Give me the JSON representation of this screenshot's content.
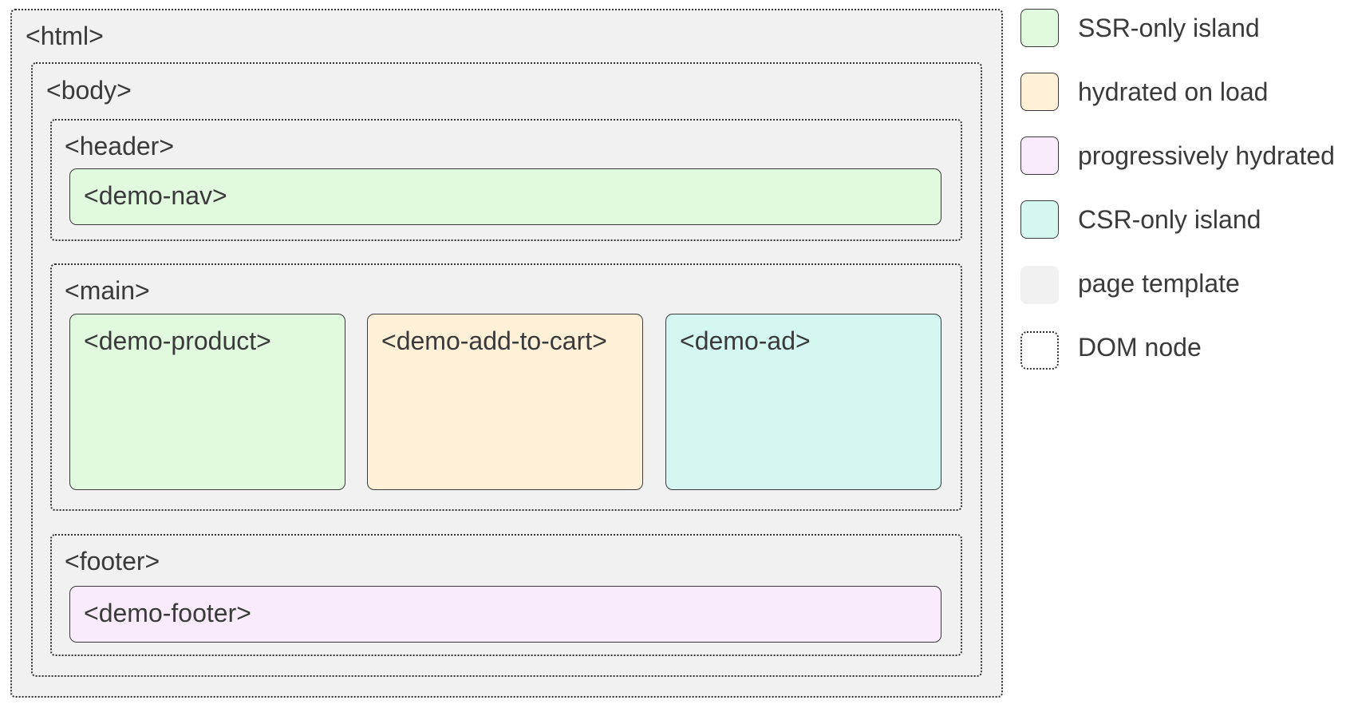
{
  "colors": {
    "ssr_only": "#e1f9df",
    "hydrated_on_load": "#fff0d8",
    "progressive": "#f9ebfc",
    "csr_only": "#d5f7f1",
    "page_template": "#f1f1f1",
    "outline": "#333333"
  },
  "tree": {
    "html": "<html>",
    "body": "<body>",
    "header": "<header>",
    "nav": "<demo-nav>",
    "main": "<main>",
    "product": "<demo-product>",
    "add_to_cart": "<demo-add-to-cart>",
    "ad": "<demo-ad>",
    "footer": "<footer>",
    "demo_footer": "<demo-footer>"
  },
  "legend": {
    "ssr_only": "SSR-only island",
    "hydrated_on_load": "hydrated on load",
    "progressive": "progressively hydrated",
    "csr_only": "CSR-only island",
    "page_template": "page template",
    "dom_node": "DOM node"
  }
}
